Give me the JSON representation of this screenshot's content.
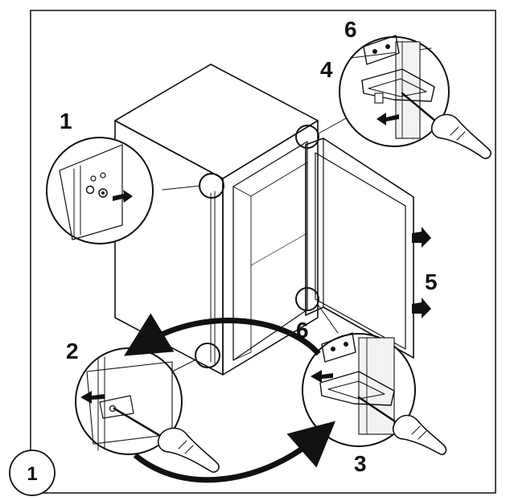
{
  "figure": {
    "badge": "1",
    "callouts": [
      {
        "id": "c1",
        "text": "1"
      },
      {
        "id": "c2",
        "text": "2"
      },
      {
        "id": "c3",
        "text": "3"
      },
      {
        "id": "c4",
        "text": "4"
      },
      {
        "id": "c5",
        "text": "5"
      },
      {
        "id": "c6a",
        "text": "6"
      },
      {
        "id": "c6b",
        "text": "6"
      }
    ]
  },
  "colors": {
    "ink": "#111111",
    "paper": "#ffffff",
    "shade": "#d9d9d9",
    "light": "#f2f2f2"
  },
  "icons": [
    "screwdriver-icon",
    "arrow-icon",
    "curved-arrow-icon"
  ]
}
